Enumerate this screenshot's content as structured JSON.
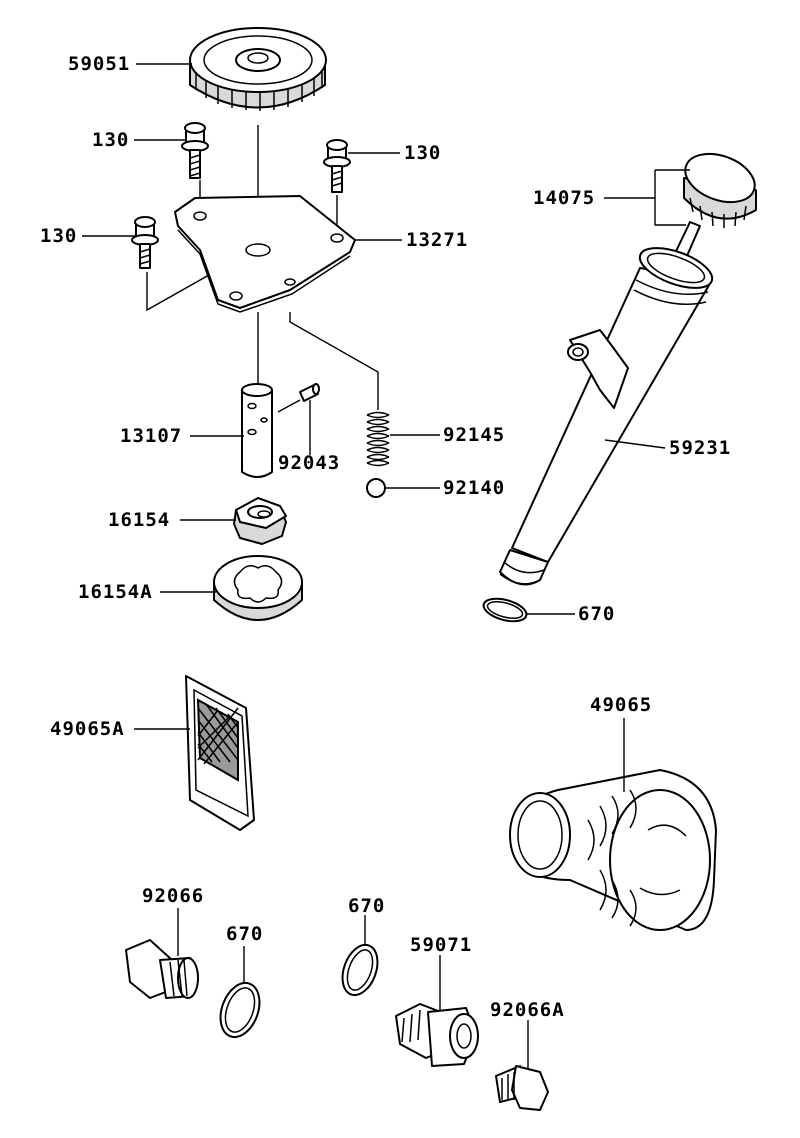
{
  "callouts": {
    "p59051": "59051",
    "p130_a": "130",
    "p130_b": "130",
    "p130_c": "130",
    "p13271": "13271",
    "p14075": "14075",
    "p13107": "13107",
    "p92043": "92043",
    "p92145": "92145",
    "p92140": "92140",
    "p59231": "59231",
    "p16154": "16154",
    "p16154A": "16154A",
    "p670_a": "670",
    "p49065A": "49065A",
    "p49065": "49065",
    "p92066": "92066",
    "p670_b": "670",
    "p670_c": "670",
    "p59071": "59071",
    "p92066A": "92066A"
  },
  "colors": {
    "line": "#000000",
    "background": "#ffffff",
    "shade": "#d9d9d9"
  }
}
